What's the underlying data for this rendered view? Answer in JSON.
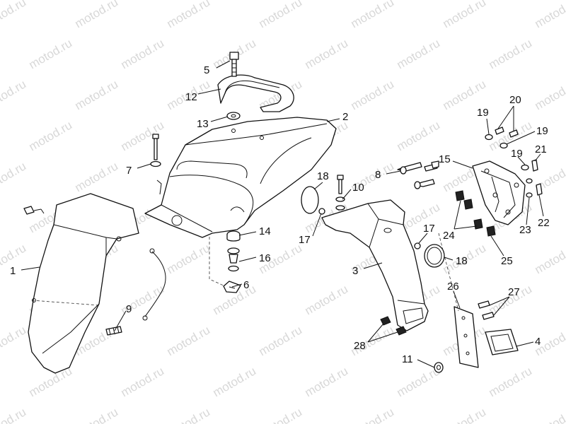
{
  "watermark": "motod.ru",
  "callouts": [
    {
      "label": "1"
    },
    {
      "label": "2"
    },
    {
      "label": "3"
    },
    {
      "label": "4"
    },
    {
      "label": "5"
    },
    {
      "label": "6"
    },
    {
      "label": "7"
    },
    {
      "label": "8"
    },
    {
      "label": "9"
    },
    {
      "label": "10"
    },
    {
      "label": "11"
    },
    {
      "label": "12"
    },
    {
      "label": "13"
    },
    {
      "label": "14"
    },
    {
      "label": "15"
    },
    {
      "label": "16"
    },
    {
      "label": "17"
    },
    {
      "label": "17"
    },
    {
      "label": "18"
    },
    {
      "label": "18"
    },
    {
      "label": "19"
    },
    {
      "label": "19"
    },
    {
      "label": "19"
    },
    {
      "label": "20"
    },
    {
      "label": "21"
    },
    {
      "label": "22"
    },
    {
      "label": "23"
    },
    {
      "label": "24"
    },
    {
      "label": "25"
    },
    {
      "label": "26"
    },
    {
      "label": "27"
    },
    {
      "label": "28"
    }
  ]
}
